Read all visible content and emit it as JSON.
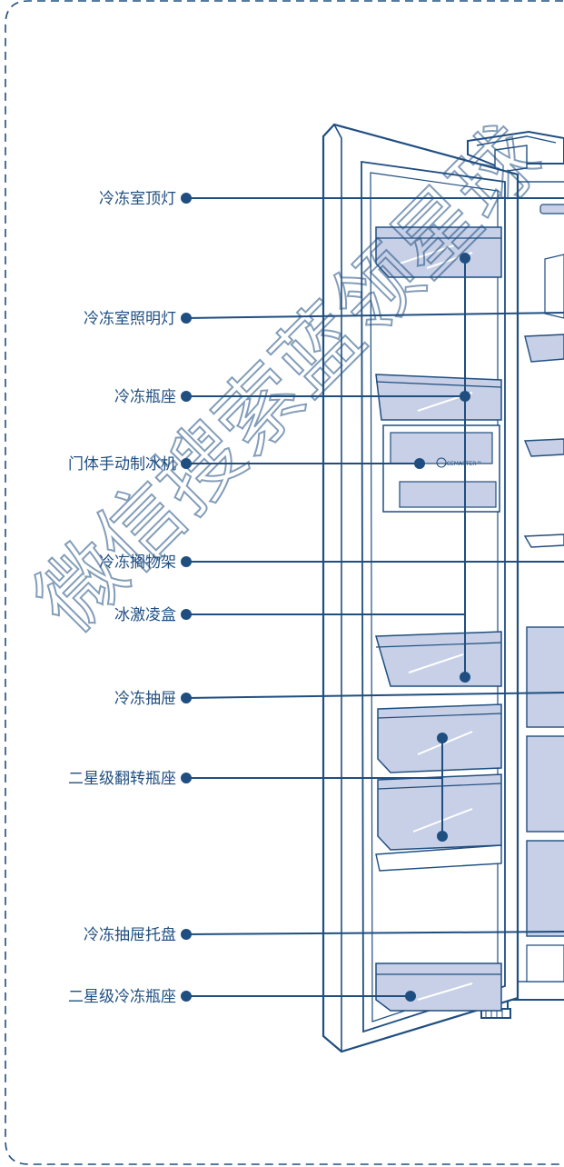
{
  "colors": {
    "line": "#1f4e80",
    "bin_fill": "#c7d0e6",
    "frame_fill": "#ffffff"
  },
  "labels": [
    {
      "id": "freezer-top-light",
      "text": "冷冻室顶灯"
    },
    {
      "id": "freezer-lighting",
      "text": "冷冻室照明灯"
    },
    {
      "id": "freezer-bottle-holder",
      "text": "冷冻瓶座"
    },
    {
      "id": "door-manual-icemaker",
      "text": "门体手动制冰机"
    },
    {
      "id": "freezer-shelf",
      "text": "冷冻搁物架"
    },
    {
      "id": "ice-cream-box",
      "text": "冰激凌盒"
    },
    {
      "id": "freezer-drawer",
      "text": "冷冻抽屉"
    },
    {
      "id": "two-star-flip-bottle-holder",
      "text": "二星级翻转瓶座"
    },
    {
      "id": "freezer-drawer-tray",
      "text": "冷冻抽屉托盘"
    },
    {
      "id": "two-star-freezer-bottle-holder",
      "text": "二星级冷冻瓶座"
    }
  ],
  "icemaker_badge": "ICEMASTER™",
  "watermark": "微信搜索蓝领星球"
}
